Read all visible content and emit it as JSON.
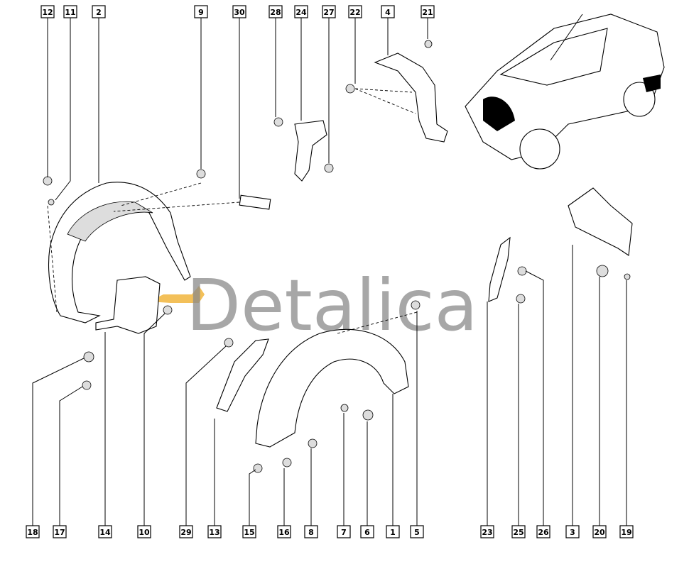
{
  "diagram": {
    "watermark": "Detalica",
    "top_labels": [
      "12",
      "11",
      "2",
      "9",
      "30",
      "28",
      "24",
      "27",
      "22",
      "4",
      "21"
    ],
    "bottom_labels": [
      "18",
      "17",
      "14",
      "10",
      "29",
      "13",
      "15",
      "16",
      "8",
      "7",
      "6",
      "1",
      "5",
      "23",
      "25",
      "26",
      "3",
      "20",
      "19"
    ],
    "colors": {
      "watermark": "#8a8a8a",
      "logo": "#f0b030"
    }
  }
}
